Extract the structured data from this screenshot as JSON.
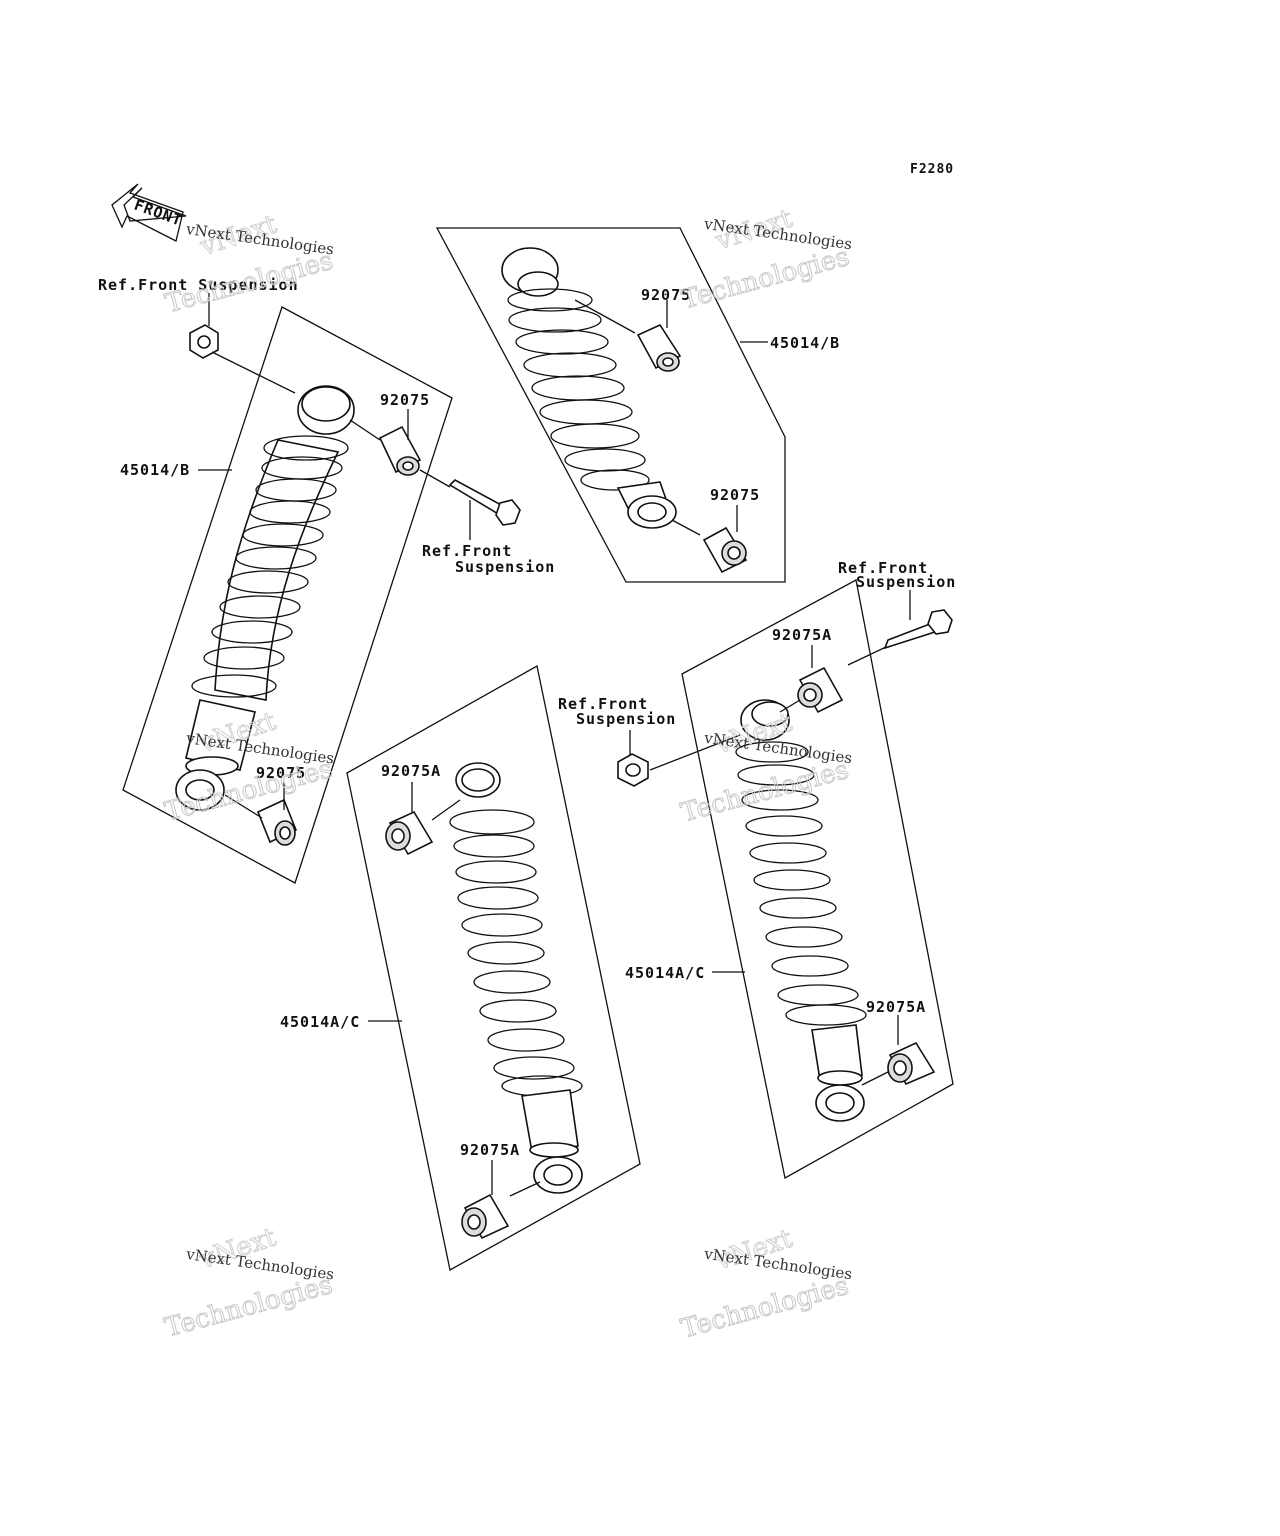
{
  "figure_code": "F2280",
  "front_arrow_text": "FRONT",
  "watermark": {
    "line1": "vNext Technologies",
    "line2": "vNext",
    "line3": "Technologies"
  },
  "labels": {
    "ref_front_suspension_top": "Ref.Front Suspension",
    "shock_left_assy": "45014/B",
    "shock_left_bushing_top": "92075",
    "shock_left_bushing_bottom": "92075",
    "ref_front_left_bolt_line1": "Ref.Front",
    "ref_front_left_bolt_line2": "Suspension",
    "shock_upper_assy": "45014/B",
    "shock_upper_bushing_top": "92075",
    "shock_upper_bushing_bottom": "92075",
    "ref_front_right_bolt_line1": "Ref.Front",
    "ref_front_right_bolt_line2": "Suspension",
    "shock_right_bushing_top": "92075A",
    "ref_front_right_nut_line1": "Ref.Front",
    "ref_front_right_nut_line2": "Suspension",
    "shock_right_assy": "45014A/C",
    "shock_right_bushing_bottom": "92075A",
    "shock_mid_bushing_top": "92075A",
    "shock_mid_assy": "45014A/C",
    "shock_mid_bushing_bottom": "92075A"
  }
}
